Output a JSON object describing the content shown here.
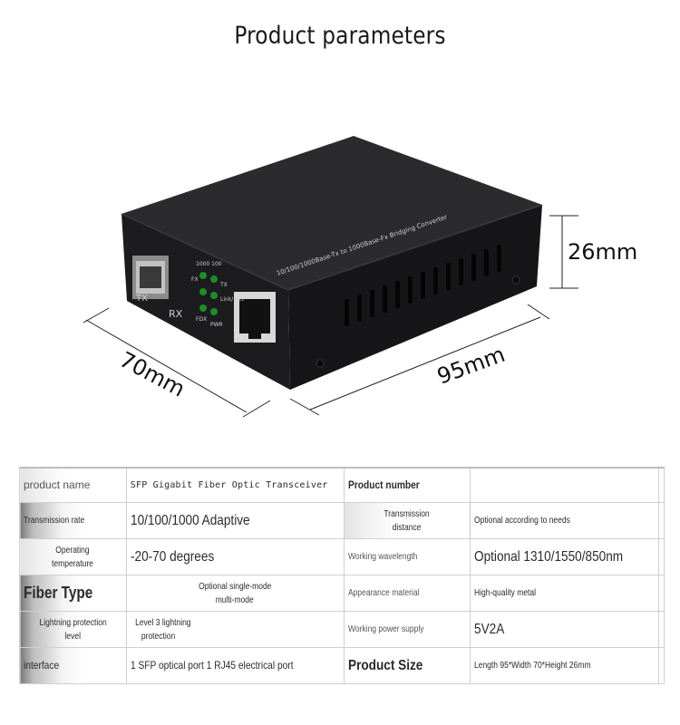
{
  "page_title": "Product parameters",
  "dimensions": {
    "height": "26mm",
    "width": "70mm",
    "length": "95mm"
  },
  "device_printing": {
    "top_caption": "10/100/1000Base-Tx to 1000Base-Fx Bridging Converter",
    "port_tx": "TX",
    "port_rx": "RX",
    "led_top": "1000 100",
    "led_fx": "FX",
    "led_tx": "TX",
    "led_link": "Link/ Act",
    "led_fdx": "FDX",
    "led_pwr": "PWR"
  },
  "colors": {
    "device_body": "#1b1b1d",
    "device_top": "#2a2a2c",
    "led_green": "#1f8c2a"
  },
  "specs": {
    "r1": {
      "label_a": "product name",
      "value_a": "SFP Gigabit Fiber Optic Transceiver",
      "label_b": "Product number",
      "value_b": ""
    },
    "r2": {
      "label_a": "Transmission rate",
      "value_a": "10/100/1000 Adaptive",
      "label_b_line1": "Transmission",
      "label_b_line2": "distance",
      "value_b": "Optional according to needs"
    },
    "r3": {
      "label_a_line1": "Operating",
      "label_a_line2": "temperature",
      "value_a": "-20-70 degrees",
      "label_b": "Working wavelength",
      "value_b": "Optional 1310/1550/850nm"
    },
    "r4": {
      "label_a": "Fiber Type",
      "value_a_line1": "Optional single-mode",
      "value_a_line2": "multi-mode",
      "label_b": "Appearance material",
      "value_b": "High-quality metal"
    },
    "r5": {
      "label_a_line1": "Lightning protection",
      "label_a_line2": "level",
      "value_a_line1": "Level 3 lightning",
      "value_a_line2": "protection",
      "label_b": "Working power supply",
      "value_b": "5V2A"
    },
    "r6": {
      "label_a": "interface",
      "value_a": "1 SFP optical port 1 RJ45 electrical port",
      "label_b": "Product Size",
      "value_b": "Length 95*Width 70*Height 26mm"
    }
  }
}
